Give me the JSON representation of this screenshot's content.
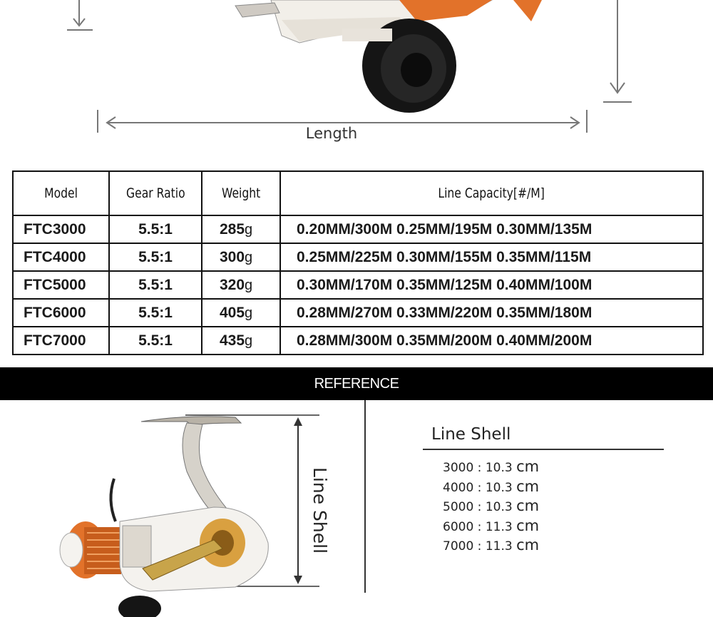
{
  "dimension": {
    "length_label": "Length",
    "line_shell_vertical": "Line Shell"
  },
  "table": {
    "headers": [
      "Model",
      "Gear Ratio",
      "Weight",
      "Line Capacity[#/M]"
    ],
    "weight_unit": "g",
    "rows": [
      {
        "model": "FTC3000",
        "gear_ratio": "5.5:1",
        "weight": "285",
        "capacity": "0.20MM/300M 0.25MM/195M 0.30MM/135M"
      },
      {
        "model": "FTC4000",
        "gear_ratio": "5.5:1",
        "weight": "300",
        "capacity": "0.25MM/225M 0.30MM/155M 0.35MM/115M"
      },
      {
        "model": "FTC5000",
        "gear_ratio": "5.5:1",
        "weight": "320",
        "capacity": "0.30MM/170M 0.35MM/125M 0.40MM/100M"
      },
      {
        "model": "FTC6000",
        "gear_ratio": "5.5:1",
        "weight": "405",
        "capacity": "0.28MM/270M 0.33MM/220M 0.35MM/180M"
      },
      {
        "model": "FTC7000",
        "gear_ratio": "5.5:1",
        "weight": "435",
        "capacity": "0.28MM/300M 0.35MM/200M 0.40MM/200M"
      }
    ]
  },
  "banner": {
    "label": "REFERENCE"
  },
  "line_shell": {
    "title": "Line Shell",
    "unit": "cm",
    "items": [
      {
        "size": "3000",
        "value": "10.3"
      },
      {
        "size": "4000",
        "value": "10.3"
      },
      {
        "size": "5000",
        "value": "10.3"
      },
      {
        "size": "6000",
        "value": "11.3"
      },
      {
        "size": "7000",
        "value": "11.3"
      }
    ]
  },
  "colors": {
    "accent_orange": "#e2722a",
    "reel_white": "#f4f2ee",
    "gold": "#d9a040",
    "banner": "#000000"
  }
}
